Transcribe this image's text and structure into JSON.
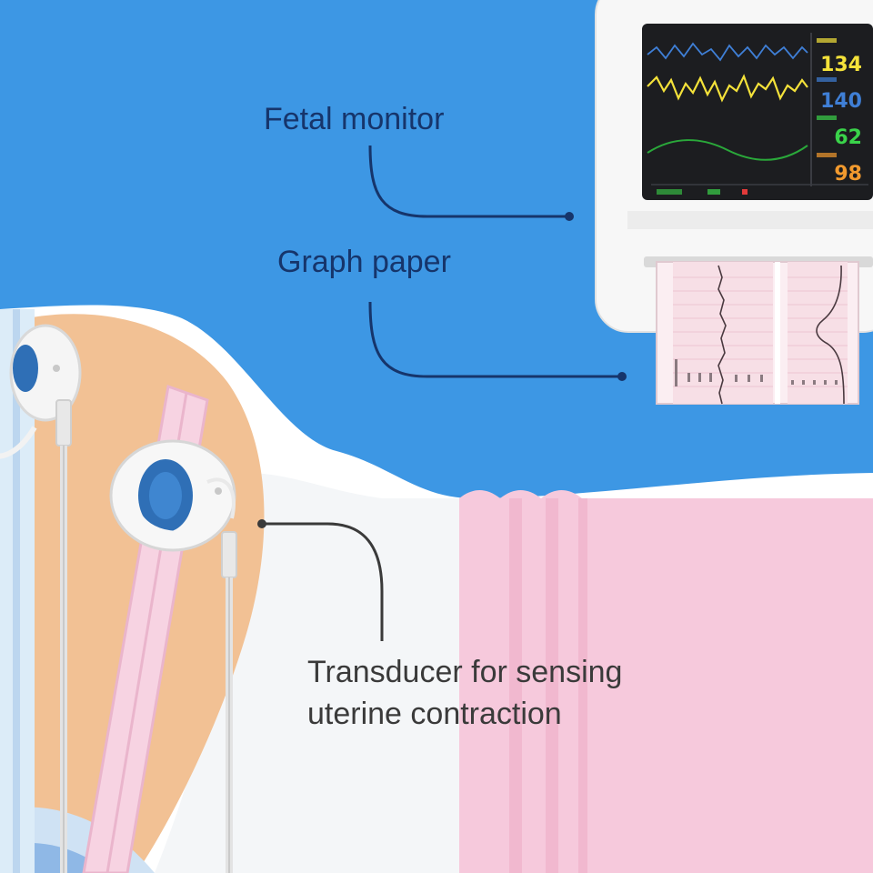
{
  "labels": {
    "fetal_monitor": "Fetal monitor",
    "graph_paper": "Graph paper",
    "transducer_line1": "Transducer for sensing",
    "transducer_line2": "uterine contraction"
  },
  "monitor": {
    "readings": [
      "134",
      "140",
      "62",
      "98"
    ]
  },
  "colors": {
    "background_blue": "#3d97e4",
    "label_navy": "#16356b",
    "label_dark": "#3a3a3a",
    "skin": "#f2c194",
    "blanket_pink": "#f6c9dc",
    "belt_pink": "#f7d3e2",
    "monitor_body": "#f7f7f7",
    "screen": "#1c1d20",
    "reading_yellow": "#f4e23a",
    "reading_blue": "#3f7fd6",
    "reading_green": "#3ad34a",
    "reading_orange": "#f29a2e"
  }
}
